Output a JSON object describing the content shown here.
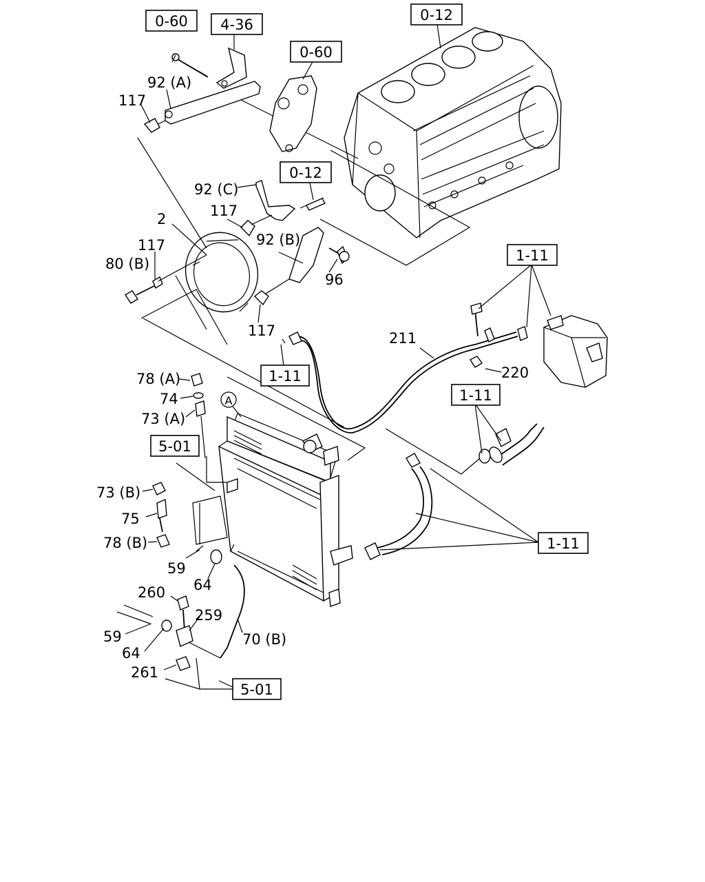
{
  "ref_boxes": {
    "r060a": "0-60",
    "r436": "4-36",
    "r012a": "0-12",
    "r060b": "0-60",
    "r012b": "0-12",
    "r111a": "1-11",
    "r111b": "1-11",
    "r111c": "1-11",
    "r111d": "1-11",
    "r501a": "5-01",
    "r501b": "5-01"
  },
  "callouts": {
    "p92a": "92 (A)",
    "p117a": "117",
    "p92c": "92 (C)",
    "p117b": "117",
    "p2": "2",
    "p117c": "117",
    "p80b": "80 (B)",
    "p92b": "92 (B)",
    "p96": "96",
    "p117d": "117",
    "p211": "211",
    "p220": "220",
    "p78a": "78 (A)",
    "p74": "74",
    "p73a": "73 (A)",
    "circleA": "A",
    "p73b": "73 (B)",
    "p75": "75",
    "p78b": "78 (B)",
    "p59a": "59",
    "p64a": "64",
    "p260": "260",
    "p259": "259",
    "p59b": "59",
    "p64b": "64",
    "p70b": "70 (B)",
    "p261": "261"
  }
}
